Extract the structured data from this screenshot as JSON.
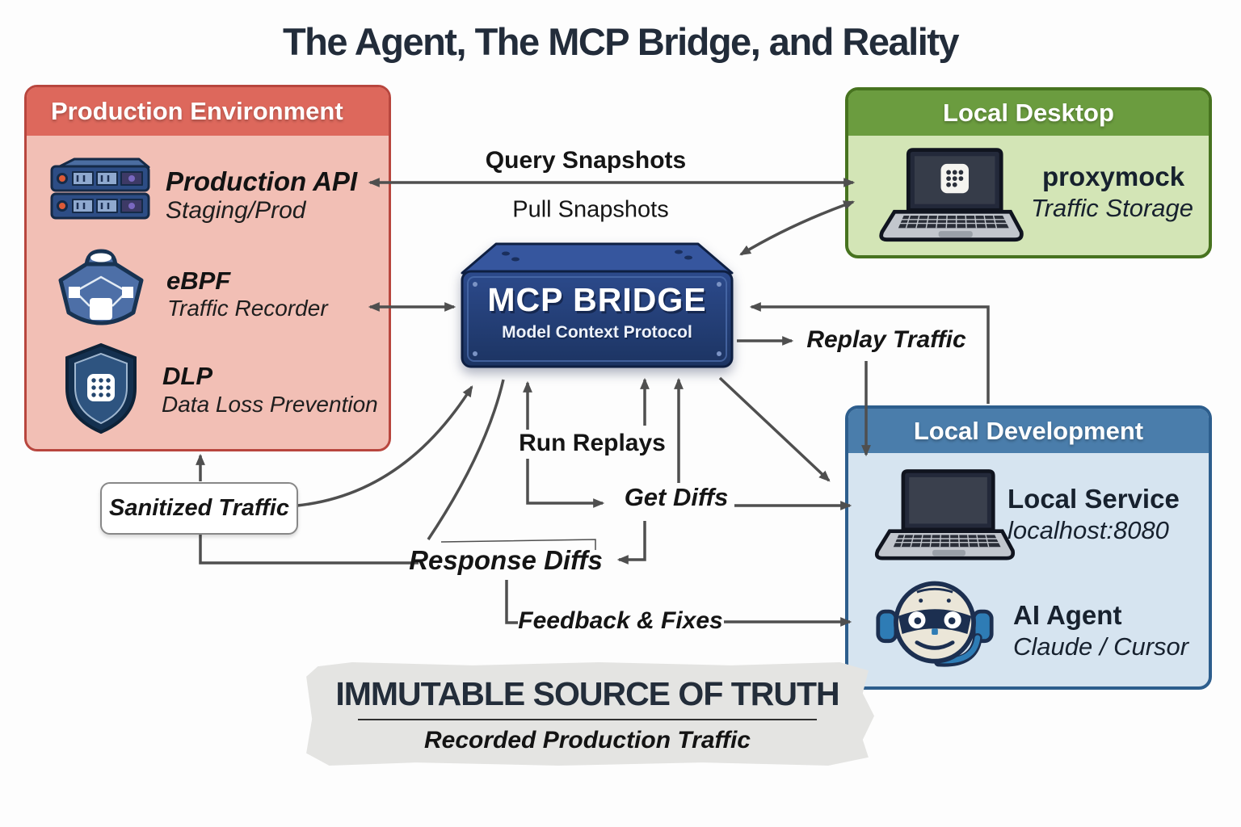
{
  "title": "The Agent, The MCP Bridge, and Reality",
  "production": {
    "header": "Production Environment",
    "items": [
      {
        "label": "Production API",
        "sub": "Staging/Prod",
        "icon": "server-rack-icon"
      },
      {
        "label": "eBPF",
        "sub": "Traffic Recorder",
        "icon": "ebpf-network-icon"
      },
      {
        "label": "DLP",
        "sub": "Data Loss Prevention",
        "icon": "shield-keypad-icon"
      }
    ]
  },
  "local_desktop": {
    "header": "Local Desktop",
    "app_name": "proxymock",
    "app_sub": "Traffic Storage",
    "icon": "laptop-app-icon"
  },
  "bridge": {
    "name": "MCP BRIDGE",
    "subtitle": "Model Context Protocol"
  },
  "local_development": {
    "header": "Local Development",
    "items": [
      {
        "label": "Local Service",
        "sub": "localhost:8080",
        "icon": "laptop-icon"
      },
      {
        "label": "AI Agent",
        "sub": "Claude / Cursor",
        "icon": "robot-agent-icon"
      }
    ]
  },
  "flows": {
    "query_snapshots": "Query Snapshots",
    "pull_snapshots": "Pull Snapshots",
    "replay_traffic": "Replay Traffic",
    "run_replays": "Run Replays",
    "get_diffs": "Get Diffs",
    "response_diffs": "Response Diffs",
    "feedback_fixes": "Feedback & Fixes",
    "sanitized_traffic": "Sanitized Traffic"
  },
  "banner": {
    "title": "IMMUTABLE SOURCE OF TRUTH",
    "subtitle": "Recorded Production Traffic"
  },
  "colors": {
    "production_header": "#dd685c",
    "production_body": "#f2bfb5",
    "production_border": "#b8463e",
    "desktop_header": "#6b9c3f",
    "desktop_body": "#d3e5b6",
    "desktop_border": "#47731f",
    "development_header": "#4a7dab",
    "development_body": "#d6e4f0",
    "development_border": "#2d5e8d",
    "bridge_face": "#24407c",
    "arrow": "#4f4f4f",
    "banner_bg": "#e4e4e2",
    "ink": "#1d2735"
  }
}
